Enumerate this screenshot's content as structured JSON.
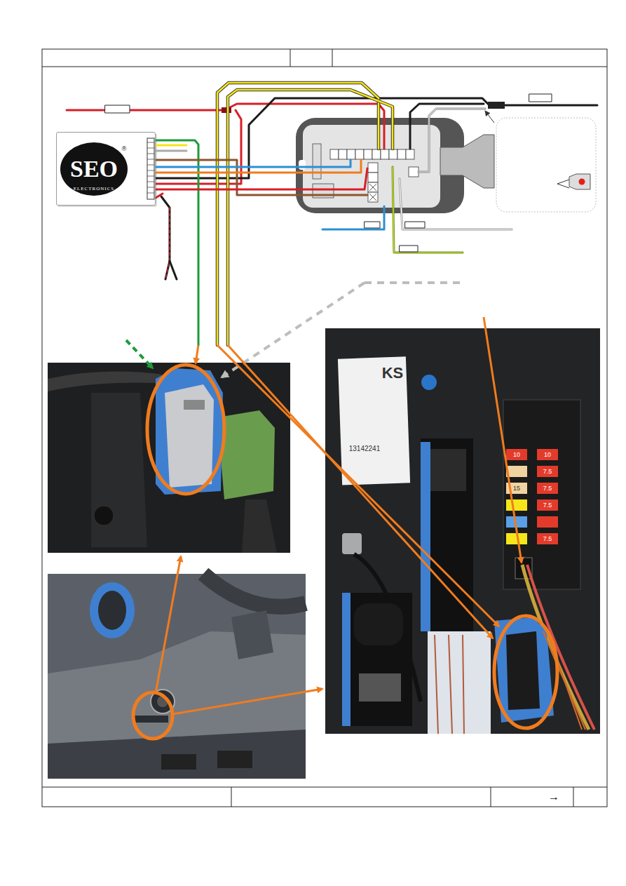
{
  "diagram": {
    "nodes": [
      {
        "text": [
          "SEO",
          "®",
          "ELECTRONICS"
        ]
      }
    ],
    "labels": [
      "KS",
      "13142241",
      "10",
      "10",
      "7.5",
      "15",
      "7.5",
      "7.5",
      "7.5",
      "→"
    ]
  }
}
